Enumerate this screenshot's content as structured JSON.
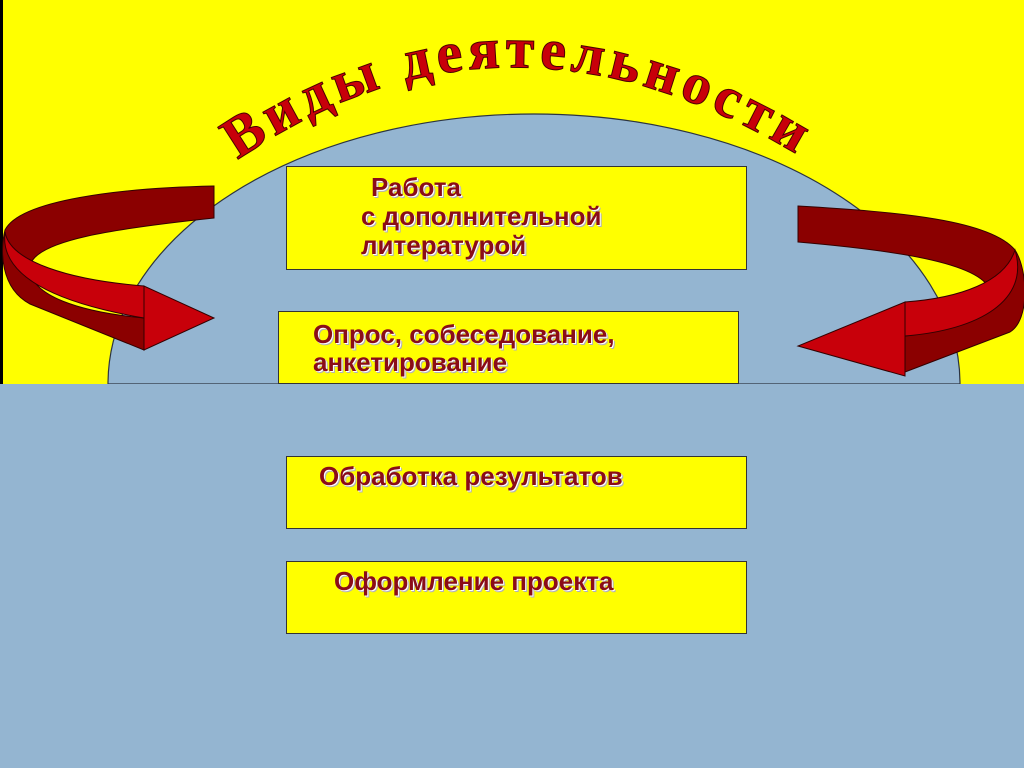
{
  "slide": {
    "title": "Виды деятельности",
    "boxes": [
      {
        "lines": [
          "Работа",
          "с дополнительной",
          "литературой"
        ]
      },
      {
        "lines": [
          "Опрос, собеседование,",
          "анкетирование"
        ]
      },
      {
        "lines": [
          "Обработка результатов"
        ]
      },
      {
        "lines": [
          "Оформление проекта"
        ]
      }
    ]
  },
  "colors": {
    "background_top": "#ffff00",
    "background_bottom": "#94b5d1",
    "box_fill": "#ffff00",
    "text": "#8a0c18",
    "arrow": "#c8000a",
    "title": "#c8000a"
  }
}
